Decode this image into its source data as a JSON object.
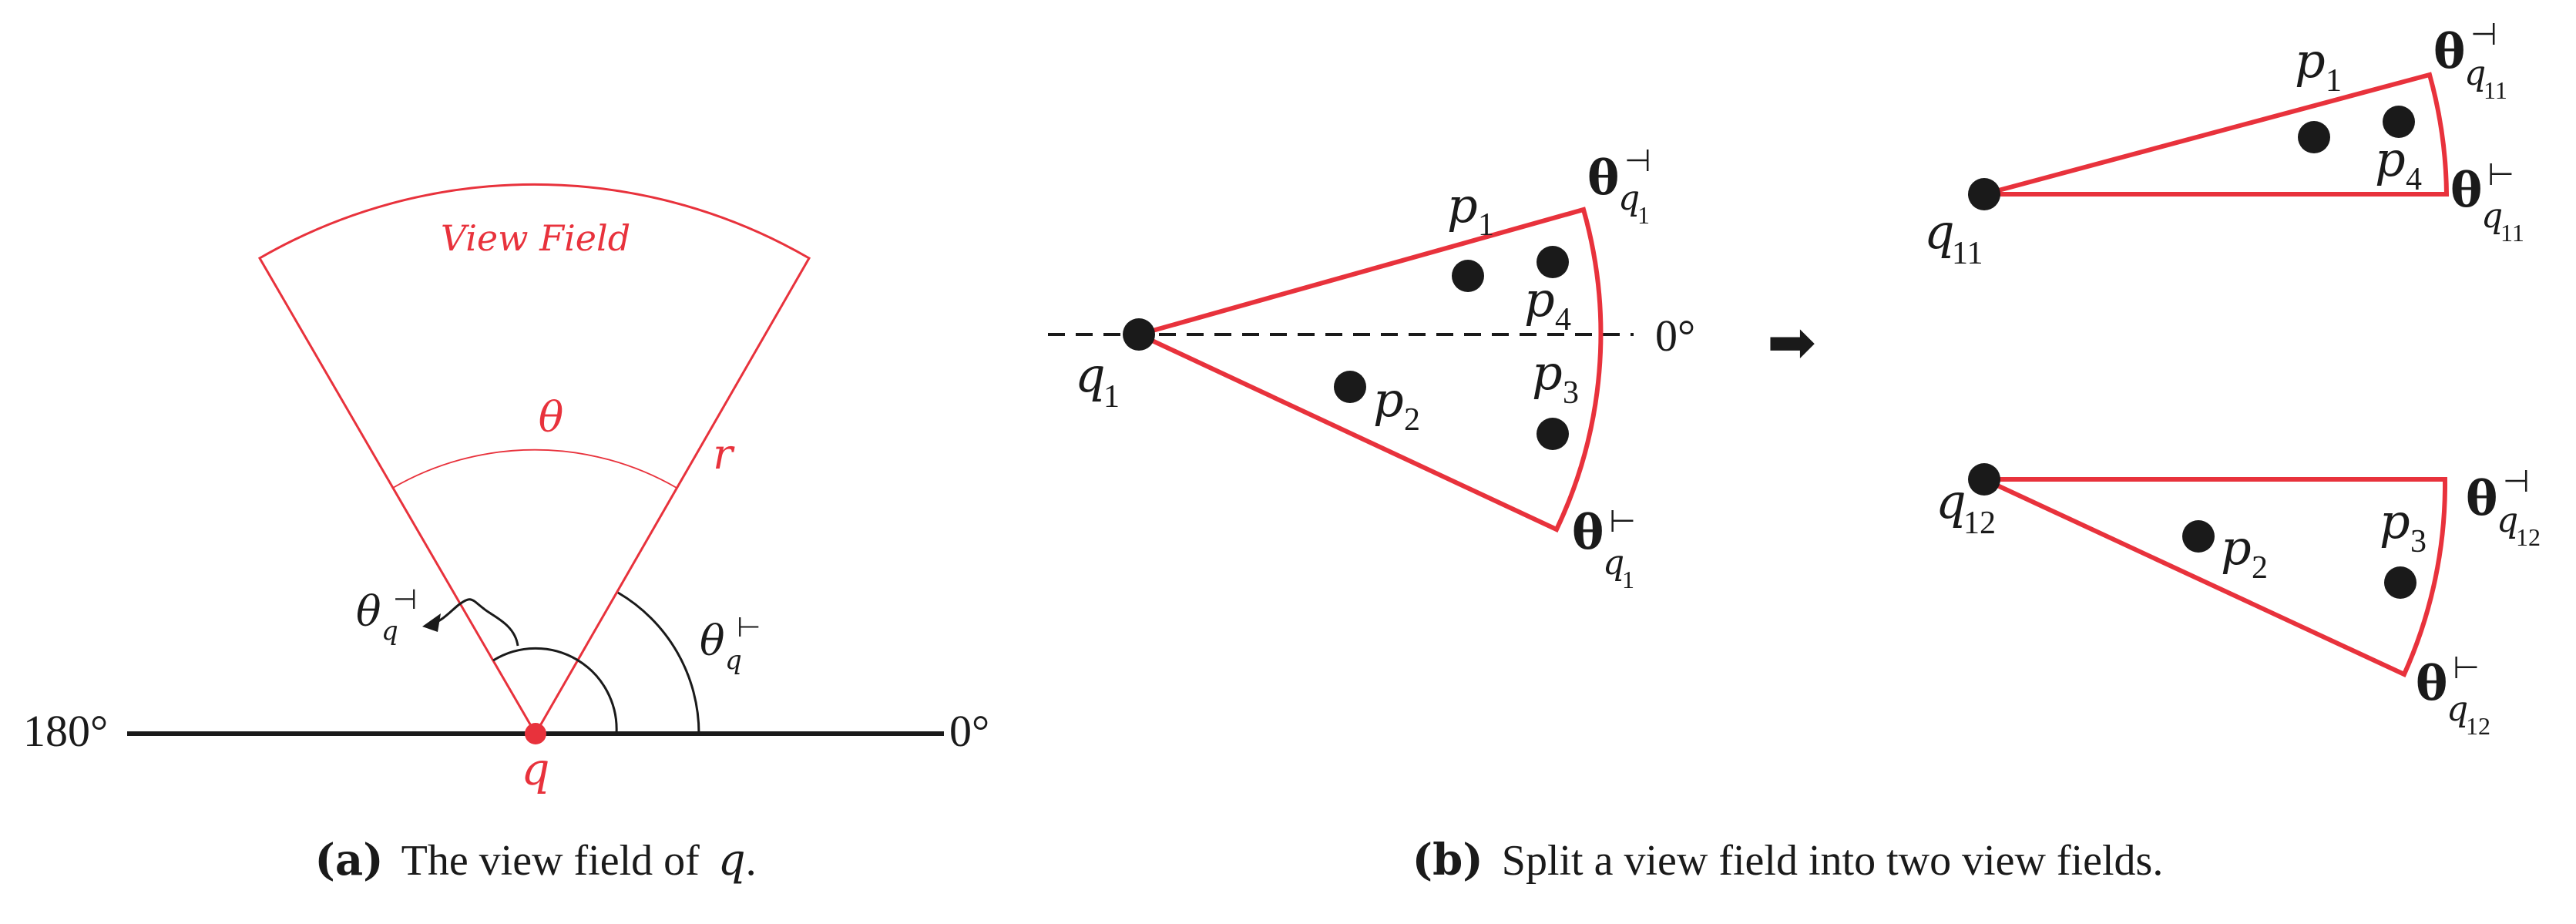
{
  "panel_a": {
    "view_field_label": "View Field",
    "theta": "θ",
    "r": "r",
    "left_angle_base": "θ",
    "left_angle_sub": "q",
    "left_angle_sup": "⊣",
    "right_angle_base": "θ",
    "right_angle_sub": "q",
    "right_angle_sup": "⊢",
    "deg_180": "180°",
    "deg_0": "0°",
    "origin": "q",
    "caption_tag": "(a)",
    "caption_text": "The view field of",
    "caption_var": "q",
    "caption_end": "."
  },
  "panel_b": {
    "q1": {
      "base": "q",
      "sub": "1"
    },
    "p1": {
      "base": "p",
      "sub": "1"
    },
    "p2": {
      "base": "p",
      "sub": "2"
    },
    "p3": {
      "base": "p",
      "sub": "3"
    },
    "p4": {
      "base": "p",
      "sub": "4"
    },
    "theta_top": {
      "base": "θ",
      "sup": "⊣",
      "sub": "q",
      "subsub": "1"
    },
    "theta_bot": {
      "base": "θ",
      "sup": "⊢",
      "sub": "q",
      "subsub": "1"
    },
    "zero": "0°",
    "arrow": "➡",
    "q11": {
      "base": "q",
      "sub": "11"
    },
    "q11_p1": {
      "base": "p",
      "sub": "1"
    },
    "q11_p4": {
      "base": "p",
      "sub": "4"
    },
    "q11_theta_top": {
      "base": "θ",
      "sup": "⊣",
      "sub": "q",
      "subsub": "11"
    },
    "q11_theta_bot": {
      "base": "θ",
      "sup": "⊢",
      "sub": "q",
      "subsub": "11"
    },
    "q12": {
      "base": "q",
      "sub": "12"
    },
    "q12_p2": {
      "base": "p",
      "sub": "2"
    },
    "q12_p3": {
      "base": "p",
      "sub": "3"
    },
    "q12_theta_top": {
      "base": "θ",
      "sup": "⊣",
      "sub": "q",
      "subsub": "12"
    },
    "q12_theta_bot": {
      "base": "θ",
      "sup": "⊢",
      "sub": "q",
      "subsub": "12"
    },
    "caption_tag": "(b)",
    "caption_text": "Split a view field into two view fields."
  },
  "colors": {
    "red": "#e8323c",
    "dark": "#1a1a1a"
  }
}
